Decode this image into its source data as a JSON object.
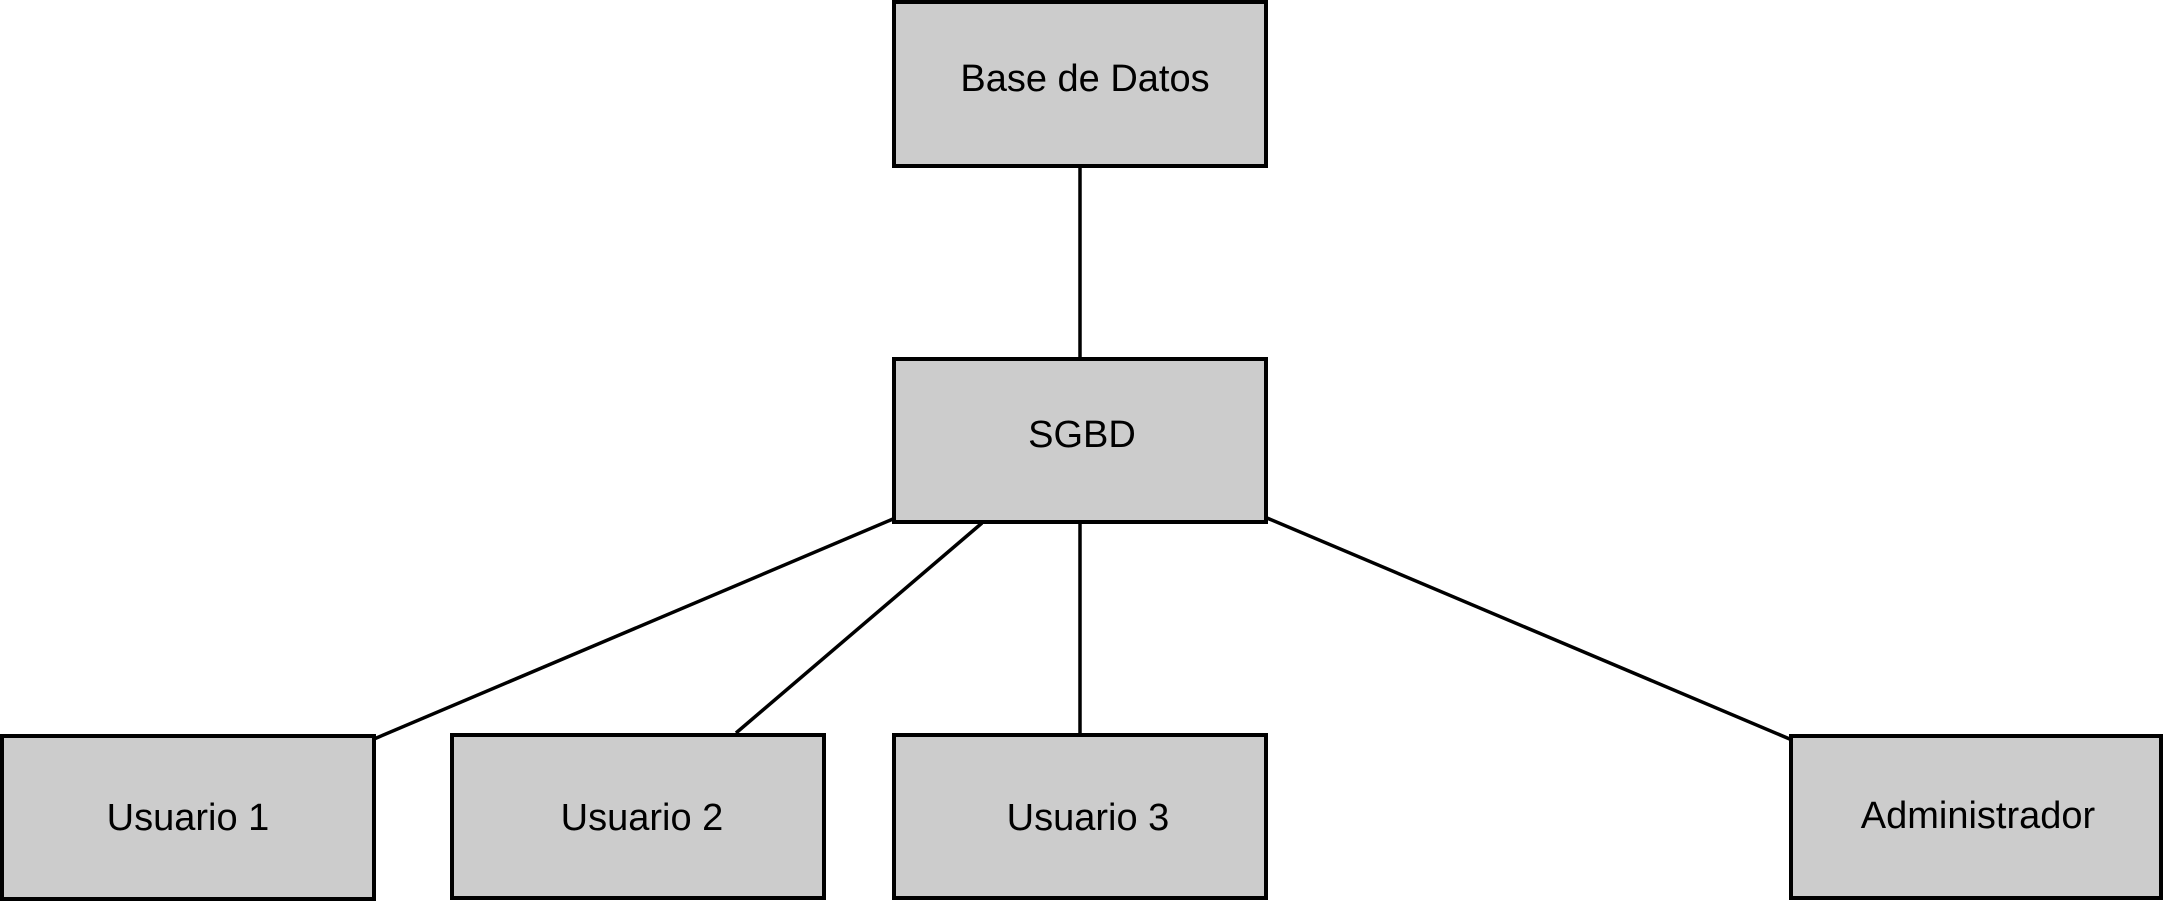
{
  "diagram": {
    "colors": {
      "node_fill": "#cccccc",
      "node_stroke": "#000000",
      "edge": "#000000",
      "text": "#000000"
    },
    "nodes": [
      {
        "id": "db",
        "label": "Base de Datos"
      },
      {
        "id": "sgbd",
        "label": "SGBD"
      },
      {
        "id": "u1",
        "label": "Usuario 1"
      },
      {
        "id": "u2",
        "label": "Usuario 2"
      },
      {
        "id": "u3",
        "label": "Usuario 3"
      },
      {
        "id": "admin",
        "label": "Administrador"
      }
    ],
    "edges": [
      {
        "from": "db",
        "to": "sgbd"
      },
      {
        "from": "sgbd",
        "to": "u1"
      },
      {
        "from": "sgbd",
        "to": "u2"
      },
      {
        "from": "sgbd",
        "to": "u3"
      },
      {
        "from": "sgbd",
        "to": "admin"
      }
    ]
  }
}
